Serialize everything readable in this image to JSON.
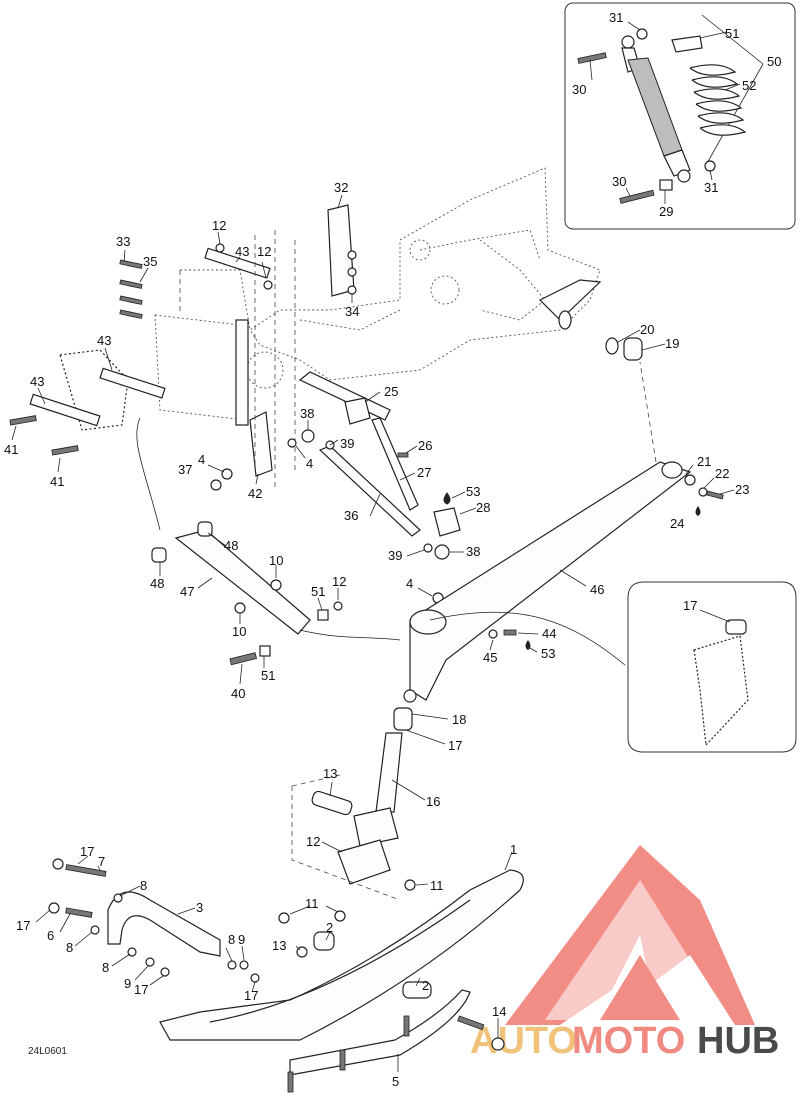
{
  "document": {
    "code": "24L0601"
  },
  "watermark": {
    "part1": "AUTO",
    "part2": "MOTO",
    "part3": "HUB",
    "colors": {
      "auto": "#f0c27a",
      "moto": "#f08a80",
      "hub": "#4a4a4a",
      "logo": "#f07a72"
    }
  },
  "callouts": {
    "c31a": "31",
    "c51a": "51",
    "c50": "50",
    "c30a": "30",
    "c52": "52",
    "c30b": "30",
    "c31b": "31",
    "c29": "29",
    "c32": "32",
    "c33": "33",
    "c12a": "12",
    "c43a": "43",
    "c12b": "12",
    "c35": "35",
    "c34": "34",
    "c20": "20",
    "c19": "19",
    "c43b": "43",
    "c43c": "43",
    "c41a": "41",
    "c41b": "41",
    "c25": "25",
    "c38a": "38",
    "c39a": "39",
    "c26": "26",
    "c4a": "4",
    "c27": "27",
    "c37": "37",
    "c4b": "4",
    "c42": "42",
    "c53a": "53",
    "c28": "28",
    "c21": "21",
    "c22": "22",
    "c23": "23",
    "c24": "24",
    "c36": "36",
    "c48a": "48",
    "c48b": "48",
    "c47": "47",
    "c10a": "10",
    "c10b": "10",
    "c39b": "39",
    "c38b": "38",
    "c4c": "4",
    "c46": "46",
    "c51b": "51",
    "c12c": "12",
    "c51c": "51",
    "c40": "40",
    "c44": "44",
    "c45": "45",
    "c53b": "53",
    "c17a": "17",
    "c18": "18",
    "c17b": "17",
    "c13a": "13",
    "c16": "16",
    "c12d": "12",
    "c1": "1",
    "c11a": "11",
    "c11b": "11",
    "c17c": "17",
    "c7": "7",
    "c8a": "8",
    "c3": "3",
    "c17d": "17",
    "c6": "6",
    "c8b": "8",
    "c8c": "8",
    "c8d": "8",
    "c9a": "9",
    "c9b": "9",
    "c17e": "17",
    "c17f": "17",
    "c13b": "13",
    "c2a": "2",
    "c2b": "2",
    "c14": "14",
    "c5": "5"
  }
}
